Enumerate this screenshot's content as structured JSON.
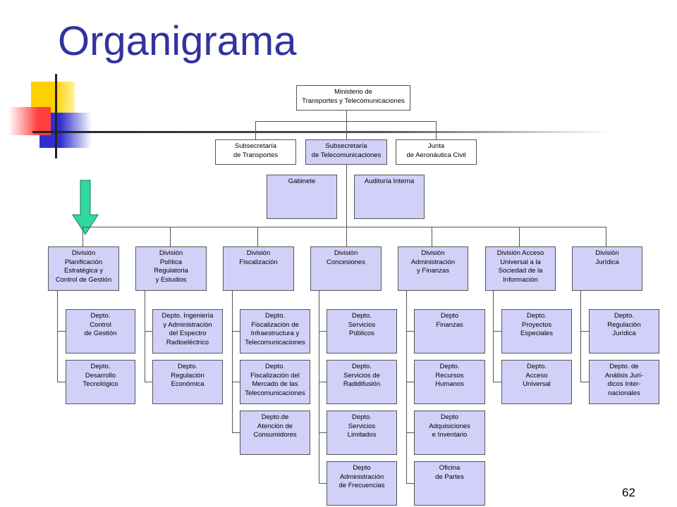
{
  "title": "Organigrama",
  "page_number": "62",
  "colors": {
    "title": "#3232a0",
    "box_fill": "#d0d0f8",
    "arrow": "#2fd8a0",
    "deco_yellow": "#ffd000",
    "deco_red": "#ff4040",
    "deco_blue": "#3030d0"
  },
  "org": {
    "ministry": "Ministerio de\nTransportes y Telecomunicaciones",
    "subsecretaria_transportes": "Subsecretaría\nde Transportes",
    "subsecretaria_telecom": "Subsecretaría\nde Telecomunicaciones",
    "junta": "Junta\nde Aeronáutica Civil",
    "gabinete": "Gabinete",
    "auditoria": "Auditoría Interna",
    "divisions": [
      {
        "name": "División\nPlanificación\nEstratégica y\nControl de Gestión",
        "depts": [
          "Depto.\nControl\nde Gestión",
          "Depto.\nDesarrollo\nTecnológico"
        ]
      },
      {
        "name": "División\nPolítica\nRegulatoria\ny Estudios",
        "depts": [
          "Depto. Ingeniería\ny Administración\ndel Espectro\nRadioeléctrico",
          "Depto.\nRegulación\nEconómica"
        ]
      },
      {
        "name": "División\nFiscalización",
        "depts": [
          "Depto.\nFiscalización de\nInfraestructura y\nTelecomunicaciones",
          "Depto.\nFiscalización del\nMercado de las\nTelecomunicaciones",
          "Depto.de\nAtención de\nConsumidores"
        ]
      },
      {
        "name": "División\nConcesiones",
        "depts": [
          "Depto.\nServicios\nPúblicos",
          "Depto.\nServicios de\nRadidifusión",
          "Depto.\nServicios\nLimitados",
          "Depto\nAdministración\nde Frecuencias"
        ]
      },
      {
        "name": "División\nAdministración\ny Finanzas",
        "depts": [
          "Depto\nFinanzas",
          "Depto.\nRecursos\nHumanos",
          "Depto\nAdquisiciones\ne Inventario",
          "Oficina\nde Partes"
        ]
      },
      {
        "name": "División Acceso\nUniversal a la\nSociedad de la\nInformación",
        "depts": [
          "Depto.\nProyectos\nEspeciales",
          "Depto.\nAcceso\nUniversal"
        ]
      },
      {
        "name": "División\nJurídica",
        "depts": [
          "Depto.\nRegulación\nJurídica",
          "Depto. de\nAnálisis Jurí-\ndicos Inter-\nnacionales"
        ]
      }
    ]
  }
}
